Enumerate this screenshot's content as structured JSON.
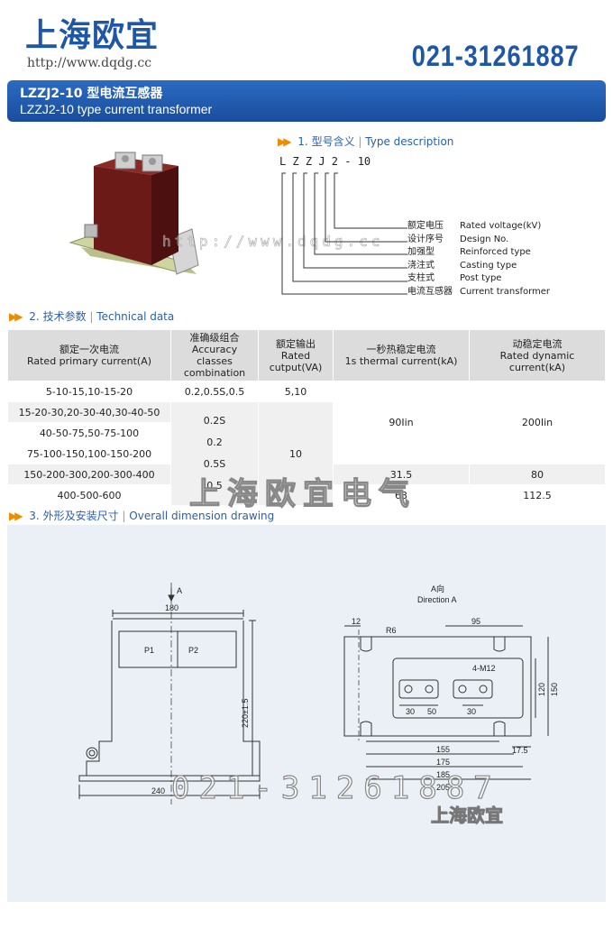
{
  "header": {
    "brand": "上海欧宜",
    "url": "http://www.dqdg.cc",
    "phone": "021-31261887"
  },
  "banner": {
    "title_cn": "LZZJ2-10 型电流互感器",
    "title_en": "LZZJ2-10 type current transformer"
  },
  "type_section": {
    "number": "1.",
    "title_cn": "型号含义",
    "sep": "|",
    "title_en": "Type description",
    "model": "L Z Z J 2 - 10",
    "legend": [
      {
        "cn": "额定电压",
        "en": "Rated voltage(kV)"
      },
      {
        "cn": "设计序号",
        "en": "Design No."
      },
      {
        "cn": "加强型",
        "en": "Reinforced type"
      },
      {
        "cn": "浇注式",
        "en": "Casting type"
      },
      {
        "cn": "支柱式",
        "en": "Post type"
      },
      {
        "cn": "电流互感器",
        "en": "Current transformer"
      }
    ]
  },
  "tech_section": {
    "number": "2.",
    "title_cn": "技术参数",
    "sep": "|",
    "title_en": "Technical data"
  },
  "table": {
    "headers": [
      {
        "cn": "额定一次电流",
        "en": "Rated primary current(A)"
      },
      {
        "cn": "准确级组合",
        "en": "Accuracy classes combination"
      },
      {
        "cn": "额定输出",
        "en": "Rated cutput(VA)"
      },
      {
        "cn": "一秒热稳定电流",
        "en": "1s thermal current(kA)"
      },
      {
        "cn": "动稳定电流",
        "en": "Rated dynamic current(kA)"
      }
    ],
    "r1": {
      "primary": "5-10-15,10-15-20",
      "acc": "0.2,0.5S,0.5",
      "out": "5,10"
    },
    "primaries": [
      "15-20-30,20-30-40,30-40-50",
      "40-50-75,50-75-100",
      "75-100-150,100-150-200",
      "150-200-300,200-300-400",
      "400-500-600"
    ],
    "acc": [
      "0.2S",
      "0.2",
      "0.5S",
      "0.5"
    ],
    "out2": "10",
    "thermal_a": "90Iin",
    "dynamic_a": "200Iin",
    "thermal_b": "31.5",
    "dynamic_b": "80",
    "thermal_c": "63",
    "dynamic_c": "112.5"
  },
  "dim_section": {
    "number": "3.",
    "title_cn": "外形及安装尺寸",
    "sep": "|",
    "title_en": "Overall dimension drawing"
  },
  "drawing": {
    "arrow_label": "A",
    "dir_cn": "A向",
    "dir_en": "Direction A",
    "front": {
      "w180": "180",
      "h220": "220±1.5",
      "w240": "240",
      "p1": "P1",
      "p2": "P2"
    },
    "side": {
      "d12": "12",
      "r6": "R6",
      "d95": "95",
      "m12": "4-M12",
      "d30a": "30",
      "d50": "50",
      "d30b": "30",
      "d120": "120",
      "d150": "150",
      "d155": "155",
      "d175": "175",
      "d185": "185",
      "d205": "205",
      "d17_5": "17.5"
    }
  },
  "watermarks": {
    "photo": "http://www.dqdg.cc",
    "table": "上海欧宜电气",
    "phone": "021-31261887",
    "brand": "上海欧宜"
  }
}
